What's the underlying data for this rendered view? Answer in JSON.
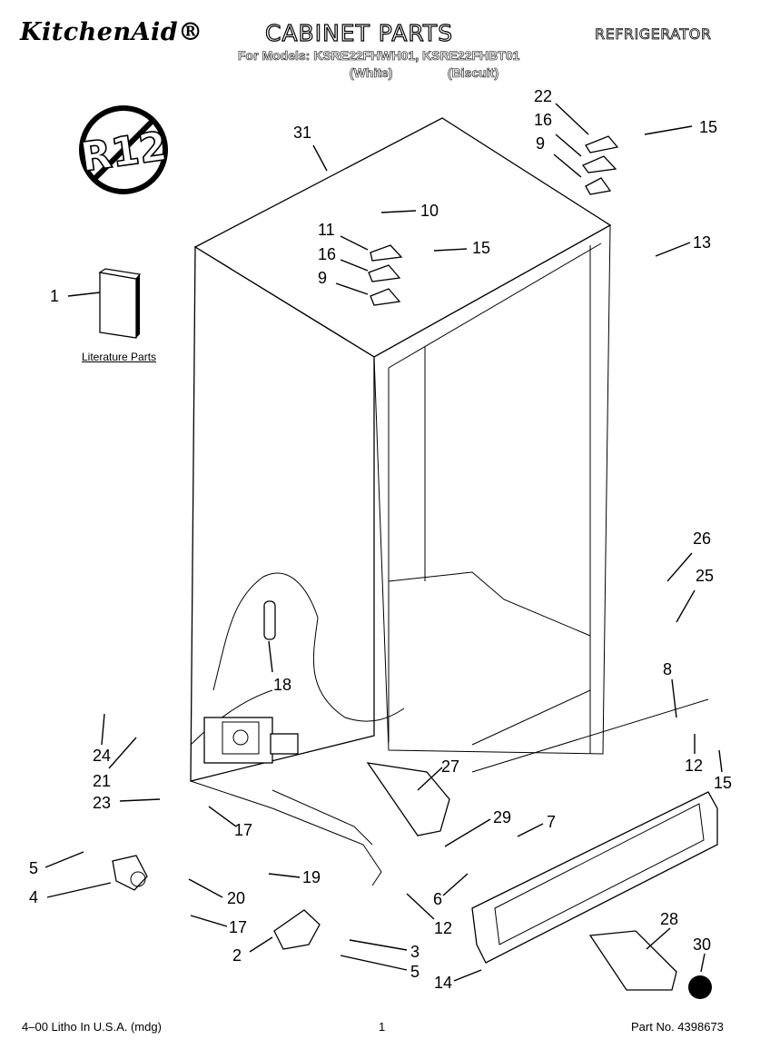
{
  "header": {
    "brand": "KitchenAid®",
    "title": "CABINET PARTS",
    "category": "REFRIGERATOR",
    "models_line": "For Models: KSRE22FHWH01, KSRE22FHBT01",
    "variant_white": "(White)",
    "variant_biscuit": "(Biscuit)"
  },
  "badge": {
    "text": "R12"
  },
  "literature_label": "Literature Parts",
  "callouts": [
    "31",
    "22",
    "16",
    "15",
    "9",
    "10",
    "11",
    "16",
    "15",
    "9",
    "13",
    "1",
    "26",
    "25",
    "18",
    "8",
    "24",
    "21",
    "27",
    "12",
    "15",
    "23",
    "17",
    "29",
    "7",
    "5",
    "4",
    "19",
    "20",
    "6",
    "12",
    "17",
    "28",
    "2",
    "3",
    "5",
    "30",
    "14"
  ],
  "footer": {
    "left": "4–00 Litho In U.S.A. (mdg)",
    "center": "1",
    "right": "Part No. 4398673"
  }
}
